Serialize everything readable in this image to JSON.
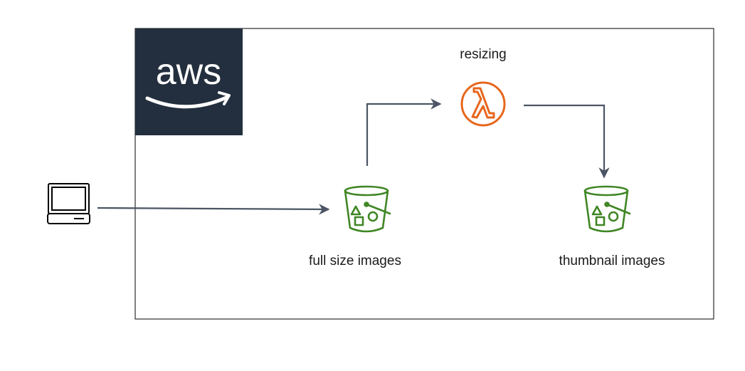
{
  "diagram": {
    "cloud_logo_text": "aws",
    "nodes": {
      "client": {
        "icon": "laptop-icon"
      },
      "source_bucket": {
        "label": "full size images",
        "icon": "s3-bucket-icon"
      },
      "function": {
        "label": "resizing",
        "icon": "lambda-icon"
      },
      "target_bucket": {
        "label": "thumbnail images",
        "icon": "s3-bucket-icon"
      }
    },
    "colors": {
      "aws_logo_bg": "#232f3e",
      "aws_logo_fg": "#ffffff",
      "bucket_green": "#3f8624",
      "lambda_orange": "#e7661c",
      "arrow": "#4b5565",
      "border": "#000000"
    }
  }
}
